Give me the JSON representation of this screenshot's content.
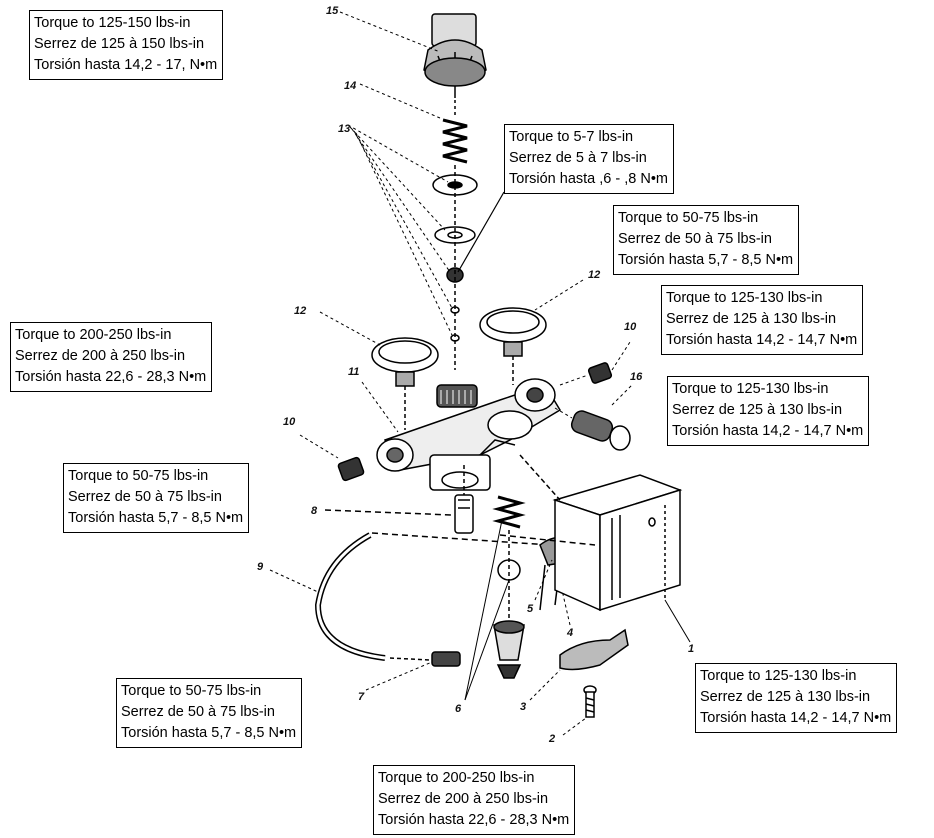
{
  "callouts": [
    {
      "id": "c1",
      "lines": [
        "Torque to 125-150 lbs-in",
        "Serrez de 125 à 150 lbs-in",
        "Torsión hasta 14,2 - 17, N•m"
      ]
    },
    {
      "id": "c2",
      "lines": [
        "Torque to 5-7 lbs-in",
        "Serrez de 5 à 7 lbs-in",
        "Torsión hasta ,6 - ,8 N•m"
      ]
    },
    {
      "id": "c3",
      "lines": [
        "Torque to 50-75 lbs-in",
        "Serrez de 50 à 75 lbs-in",
        "Torsión hasta 5,7 - 8,5 N•m"
      ]
    },
    {
      "id": "c4",
      "lines": [
        "Torque to 125-130 lbs-in",
        "Serrez de 125 à 130 lbs-in",
        "Torsión hasta 14,2 - 14,7 N•m"
      ]
    },
    {
      "id": "c5",
      "lines": [
        "Torque to 200-250 lbs-in",
        "Serrez de 200 à 250 lbs-in",
        "Torsión hasta 22,6 - 28,3 N•m"
      ]
    },
    {
      "id": "c6",
      "lines": [
        "Torque to 125-130 lbs-in",
        "Serrez de 125 à 130 lbs-in",
        "Torsión hasta 14,2 - 14,7 N•m"
      ]
    },
    {
      "id": "c7",
      "lines": [
        "Torque to 50-75 lbs-in",
        "Serrez de 50 à 75 lbs-in",
        "Torsión hasta 5,7 - 8,5 N•m"
      ]
    },
    {
      "id": "c8",
      "lines": [
        "Torque to 50-75 lbs-in",
        "Serrez de 50 à 75 lbs-in",
        "Torsión hasta 5,7 - 8,5 N•m"
      ]
    },
    {
      "id": "c9",
      "lines": [
        "Torque to 125-130 lbs-in",
        "Serrez de 125 à 130 lbs-in",
        "Torsión hasta 14,2 - 14,7 N•m"
      ]
    },
    {
      "id": "c10",
      "lines": [
        "Torque to 200-250 lbs-in",
        "Serrez de 200 à 250 lbs-in",
        "Torsión hasta 22,6 - 28,3 N•m"
      ]
    }
  ],
  "part_numbers": {
    "p15": "15",
    "p14": "14",
    "p13": "13",
    "p12a": "12",
    "p12b": "12",
    "p11": "11",
    "p10a": "10",
    "p10b": "10",
    "p16": "16",
    "p8": "8",
    "p9": "9",
    "p7": "7",
    "p6": "6",
    "p5": "5",
    "p4": "4",
    "p3": "3",
    "p2": "2",
    "p1": "1"
  }
}
